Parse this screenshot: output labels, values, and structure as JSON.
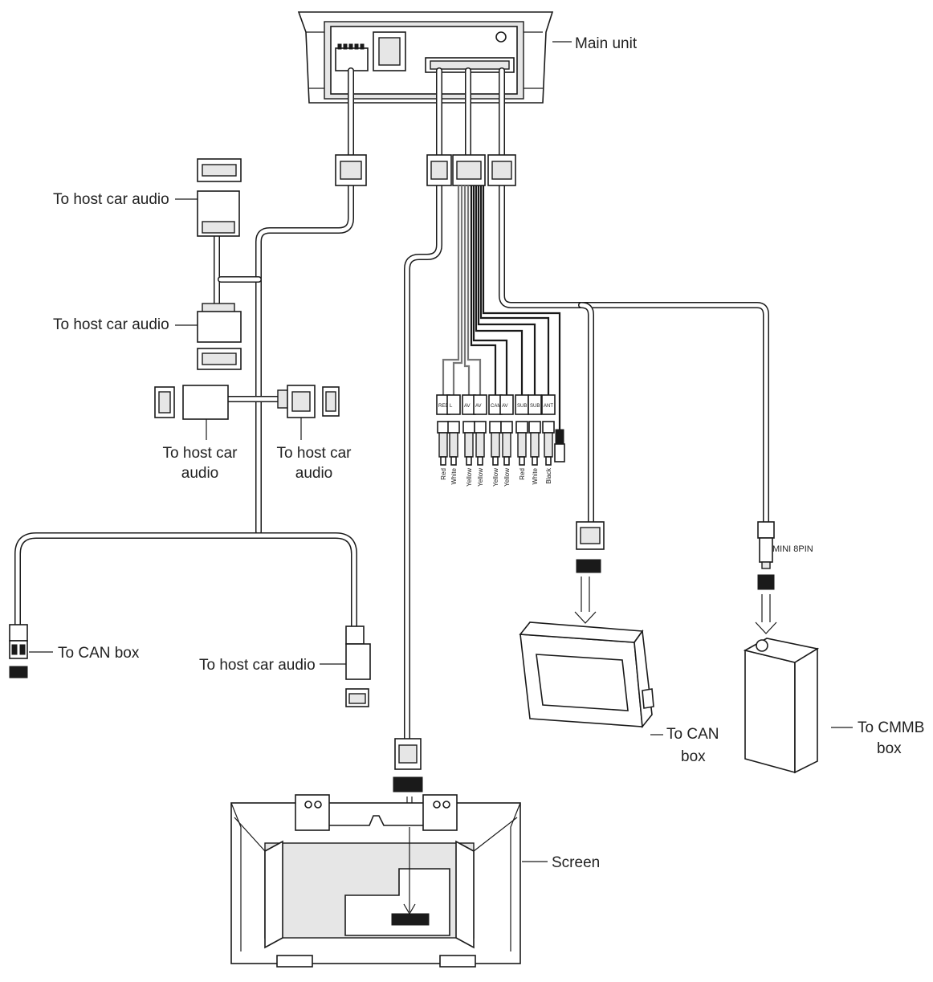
{
  "labels": {
    "main_unit": "Main unit",
    "host_audio_1": "To host car audio",
    "host_audio_2": "To host car audio",
    "host_audio_3_line1": "To host car",
    "host_audio_3_line2": "audio",
    "host_audio_4_line1": "To host car",
    "host_audio_4_line2": "audio",
    "can_box_left": "To CAN box",
    "host_audio_5": "To host car audio",
    "mini_pin": "MINI 8PIN",
    "can_box_right_line1": "To CAN",
    "can_box_right_line2": "box",
    "cmmb_line1": "To CMMB",
    "cmmb_line2": "box",
    "screen": "Screen"
  },
  "rca_labels": [
    "Red",
    "White",
    "Yellow",
    "Yellow",
    "Yellow",
    "Yellow",
    "Red",
    "White",
    "Black"
  ],
  "colors": {
    "line": "#1a1a1a",
    "background": "#ffffff",
    "text": "#222222"
  }
}
